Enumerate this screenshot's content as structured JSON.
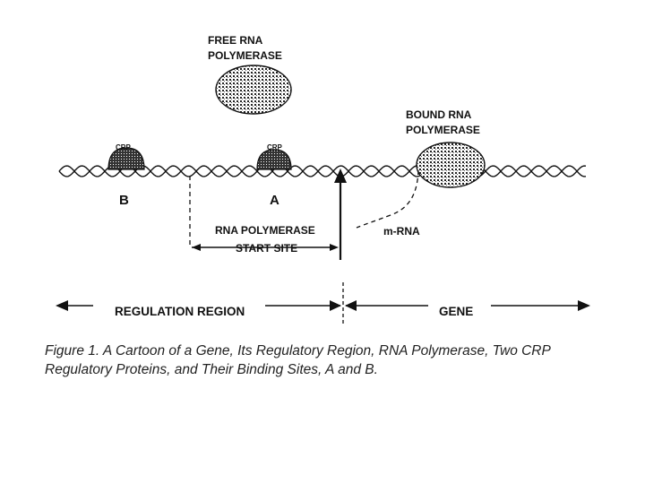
{
  "diagram": {
    "free_polymerase_label": [
      "FREE RNA",
      "POLYMERASE"
    ],
    "bound_polymerase_label": [
      "BOUND RNA",
      "POLYMERASE"
    ],
    "crp_label_left": "CRP",
    "crp_label_right": "CRP",
    "site_b_label": "B",
    "site_a_label": "A",
    "start_site_label": [
      "RNA POLYMERASE",
      "START SITE"
    ],
    "mrna_label": "m-RNA",
    "regulation_region_label": "REGULATION REGION",
    "gene_label": "GENE"
  },
  "caption": {
    "text": "Figure 1.   A Cartoon of a Gene, Its Regulatory Region, RNA Polymerase, Two CRP Regulatory Proteins, and Their Binding Sites, A and B."
  },
  "colors": {
    "ink": "#111111",
    "background": "#ffffff"
  }
}
